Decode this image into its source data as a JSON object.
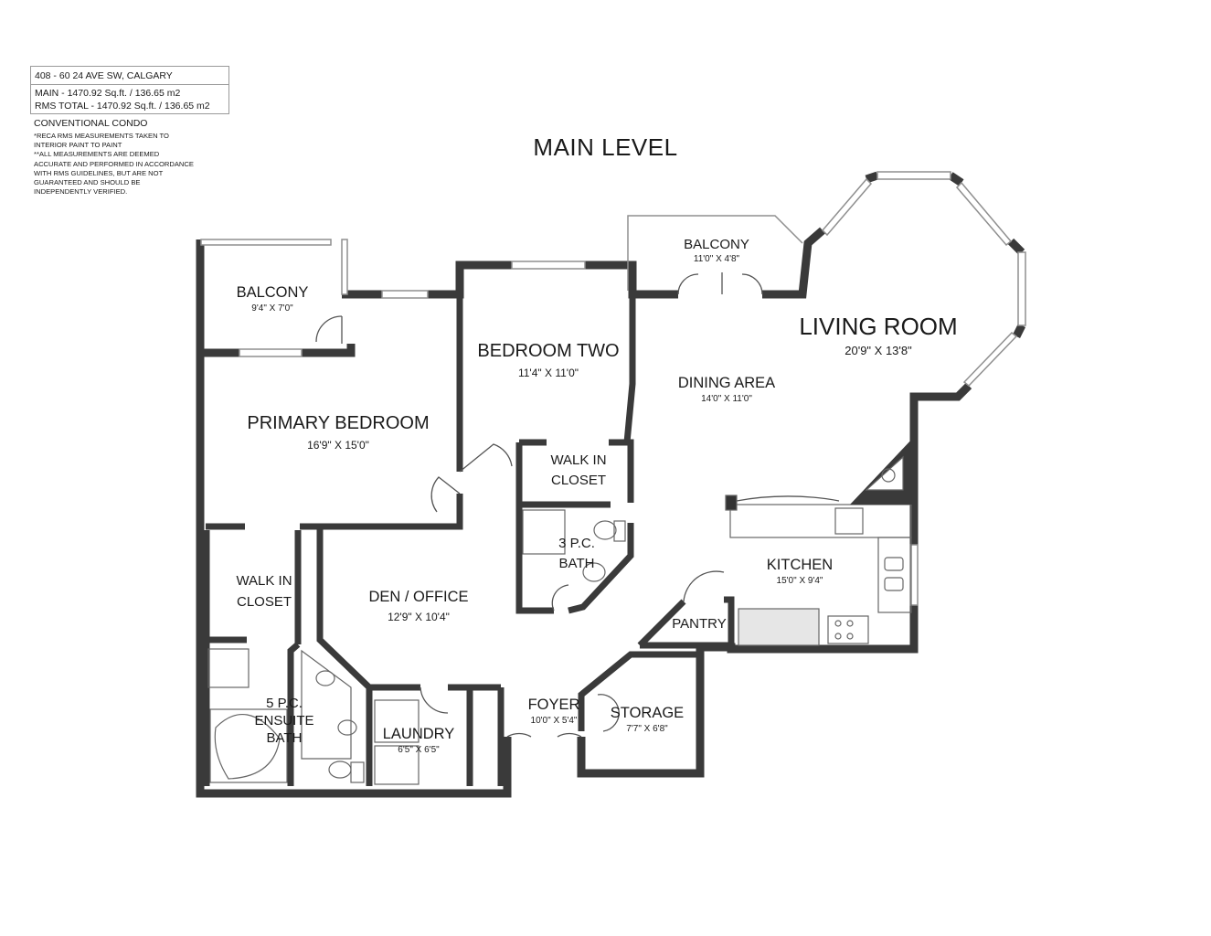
{
  "header": {
    "address": "408 - 60 24 AVE SW, CALGARY",
    "main_area": "MAIN - 1470.92 Sq.ft. / 136.65 m2",
    "rms_total": "RMS TOTAL - 1470.92 Sq.ft. / 136.65 m2",
    "property_type": "CONVENTIONAL CONDO",
    "note_lines": [
      "*RECA RMS MEASUREMENTS TAKEN TO",
      "INTERIOR PAINT TO PAINT",
      "**ALL MEASUREMENTS ARE DEEMED",
      "ACCURATE AND PERFORMED IN ACCORDANCE",
      "WITH RMS GUIDELINES, BUT ARE NOT",
      "GUARANTEED AND SHOULD BE",
      "INDEPENDENTLY VERIFIED."
    ]
  },
  "level_title": "MAIN LEVEL",
  "rooms": {
    "balcony_west": {
      "name": "BALCONY",
      "dims": "9'4\" X 7'0\""
    },
    "primary_bedroom": {
      "name": "PRIMARY BEDROOM",
      "dims": "16'9\" X 15'0\""
    },
    "bedroom_two": {
      "name": "BEDROOM TWO",
      "dims": "11'4\" X 11'0\""
    },
    "walk_in_closet_bed2": {
      "name_1": "WALK IN",
      "name_2": "CLOSET"
    },
    "bath_3pc": {
      "name_1": "3 P.C.",
      "name_2": "BATH"
    },
    "walk_in_closet_primary": {
      "name_1": "WALK IN",
      "name_2": "CLOSET"
    },
    "den_office": {
      "name": "DEN / OFFICE",
      "dims": "12'9\" X 10'4\""
    },
    "ensuite": {
      "name_1": "5 P.C.",
      "name_2": "ENSUITE",
      "name_3": "BATH"
    },
    "laundry": {
      "name": "LAUNDRY",
      "dims": "6'5\" X 6'5\""
    },
    "foyer": {
      "name": "FOYER",
      "dims": "10'0\" X 5'4\""
    },
    "storage": {
      "name": "STORAGE",
      "dims": "7'7\" X 6'8\""
    },
    "pantry": {
      "name": "PANTRY"
    },
    "kitchen": {
      "name": "KITCHEN",
      "dims": "15'0\" X 9'4\""
    },
    "dining_area": {
      "name": "DINING AREA",
      "dims": "14'0\" X 11'0\""
    },
    "balcony_east": {
      "name": "BALCONY",
      "dims": "11'0\" X 4'8\""
    },
    "living_room": {
      "name": "LIVING ROOM",
      "dims": "20'9\" X 13'8\""
    }
  },
  "colors": {
    "wall": "#3a3a3a",
    "window": "#8f8f8f",
    "fixture": "#666666"
  }
}
